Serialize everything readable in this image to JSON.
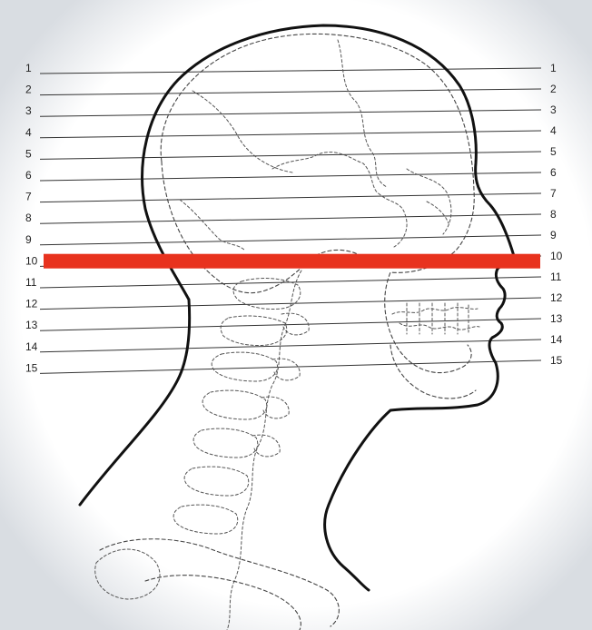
{
  "slice_numbers": [
    "1",
    "2",
    "3",
    "4",
    "5",
    "6",
    "7",
    "8",
    "9",
    "10",
    "11",
    "12",
    "13",
    "14",
    "15"
  ],
  "highlighted_slice": "10",
  "highlight_color": "#e8321e",
  "line_color": "#333333",
  "outline_color": "#111111"
}
